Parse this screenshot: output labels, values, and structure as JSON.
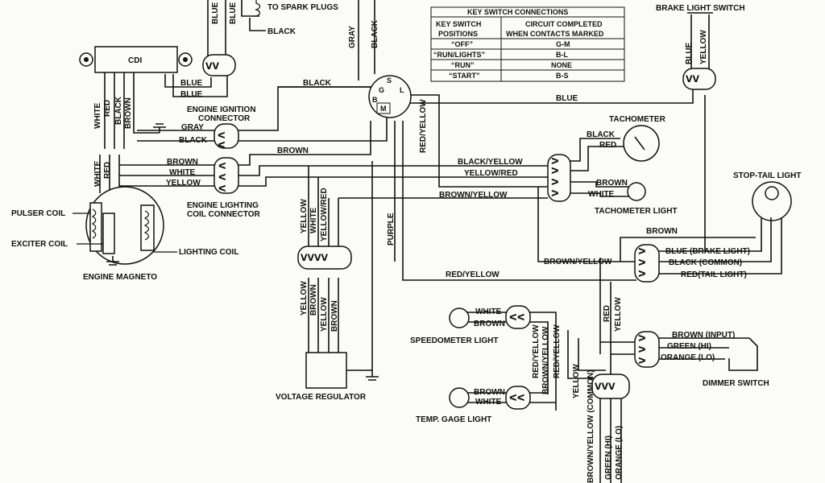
{
  "labels": {
    "to_spark_plugs": "TO SPARK PLUGS",
    "cdi": "CDI",
    "brake_light_switch": "BRAKE LIGHT SWITCH",
    "engine_ignition_connector_1": "ENGINE IGNITION",
    "engine_ignition_connector_2": "CONNECTOR",
    "engine_lighting_connector_1": "ENGINE LIGHTING",
    "engine_lighting_connector_2": "COIL CONNECTOR",
    "tachometer": "TACHOMETER",
    "tachometer_light": "TACHOMETER LIGHT",
    "stop_tail_light": "STOP-TAIL LIGHT",
    "pulser_coil": "PULSER COIL",
    "exciter_coil": "EXCITER COIL",
    "lighting_coil": "LIGHTING COIL",
    "engine_magneto": "ENGINE MAGNETO",
    "voltage_regulator": "VOLTAGE REGULATOR",
    "speedometer_light": "SPEEDOMETER LIGHT",
    "temp_gage_light": "TEMP. GAGE LIGHT",
    "dimmer_switch": "DIMMER SWITCH",
    "key_g": "G",
    "key_s": "S",
    "key_l": "L",
    "key_b": "B",
    "key_m": "M"
  },
  "key_switch_table": {
    "title": "KEY SWITCH CONNECTIONS",
    "col1_l1": "KEY SWITCH",
    "col1_l2": "POSITIONS",
    "col2_l1": "CIRCUIT COMPLETED",
    "col2_l2": "WHEN CONTACTS MARKED",
    "rows": [
      {
        "pos": "“OFF”",
        "circuit": "G-M"
      },
      {
        "pos": "“RUN/LIGHTS”",
        "circuit": "B-L"
      },
      {
        "pos": "“RUN”",
        "circuit": "NONE"
      },
      {
        "pos": "“START”",
        "circuit": "B-S"
      }
    ]
  },
  "wires": {
    "blue": "BLUE",
    "black": "BLACK",
    "white": "WHITE",
    "red": "RED",
    "brown": "BROWN",
    "gray": "GRAY",
    "yellow": "YELLOW",
    "purple": "PURPLE",
    "black_yellow": "BLACK/YELLOW",
    "yellow_red": "YELLOW/RED",
    "brown_yellow": "BROWN/YELLOW",
    "red_yellow": "RED/YELLOW",
    "blue_brake": "BLUE (BRAKE LIGHT)",
    "black_common": "BLACK (COMMON)",
    "red_tail": "RED(TAIL LIGHT)",
    "brown_input": "BROWN (INPUT)",
    "green_hi": "GREEN (HI)",
    "orange_lo": "ORANGE (LO)",
    "brown_yellow_common": "BROWN/YELLOW (COMMON)",
    "green_hi2": "GREEN (HI)",
    "orange_lo2": "ORANGE (LO)"
  }
}
